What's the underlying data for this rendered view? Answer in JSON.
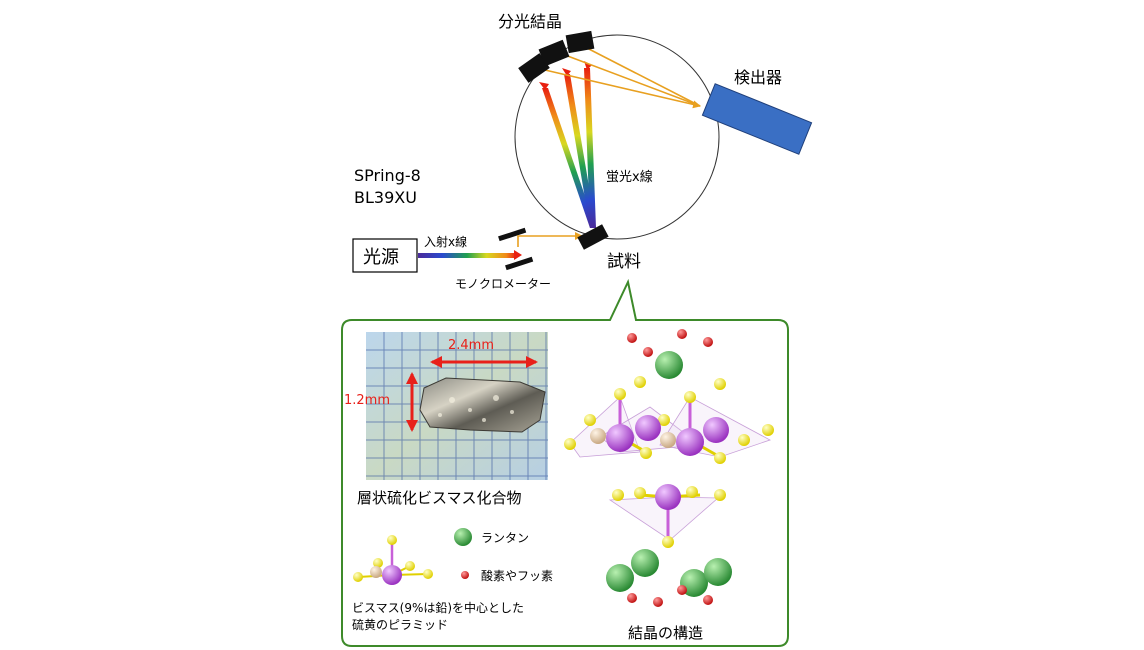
{
  "labels": {
    "crystals": "分光結晶",
    "detector": "検出器",
    "facility_line1": "SPring-8",
    "facility_line2": "BL39XU",
    "fluorescence": "蛍光x線",
    "source": "光源",
    "incident": "入射x線",
    "sample": "試料",
    "monochromator": "モノクロメーター"
  },
  "inset": {
    "width_label": "2.4mm",
    "height_label": "1.2mm",
    "photo_caption": "層状硫化ビスマス化合物",
    "legend_lanthanum": "ランタン",
    "legend_oxygen_fluorine": "酸素やフッ素",
    "pyramid_caption_line1": "ビスマス(9%は鉛)を中心とした",
    "pyramid_caption_line2": "硫黄のピラミッド",
    "structure_caption": "結晶の構造"
  },
  "colors": {
    "detector": "#3a6fc4",
    "frame_green": "#3d8a2a",
    "beam_orange": "#e8a020",
    "arrow_red": "#e8201a",
    "bismuth": "#b84fd6",
    "sulfur": "#f2ea1a",
    "lanthanum": "#3fa846",
    "oxygen": "#d21a1a",
    "lead": "#e0c8a8"
  }
}
